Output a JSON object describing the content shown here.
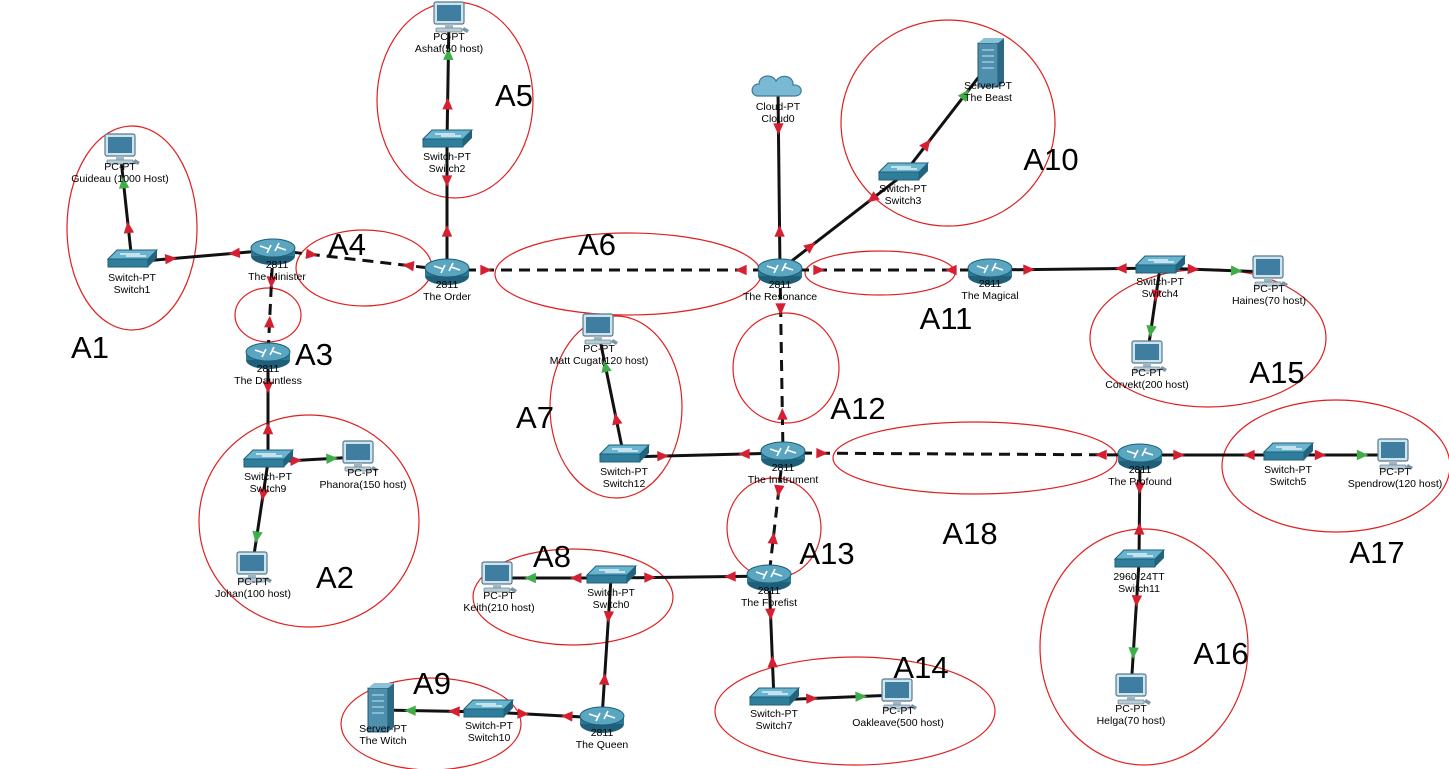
{
  "workspace": {
    "title": "",
    "colors": {
      "link": "#111111",
      "area_ring": "#e02020",
      "port_down": "#d42030",
      "port_up": "#3fae49"
    }
  },
  "devices": [
    {
      "id": "guideau",
      "icon": "pc-icon",
      "model": "PC-PT",
      "name": "Guideau (1000 Host)"
    },
    {
      "id": "switch1",
      "icon": "switch-icon",
      "model": "Switch-PT",
      "name": "Switch1"
    },
    {
      "id": "minister",
      "icon": "router-icon",
      "model": "2811",
      "name": "The Minister"
    },
    {
      "id": "dauntless",
      "icon": "router-icon",
      "model": "2811",
      "name": "The Dauntless"
    },
    {
      "id": "switch9",
      "icon": "switch-icon",
      "model": "Switch-PT",
      "name": "Switch9"
    },
    {
      "id": "phanora",
      "icon": "pc-icon",
      "model": "PC-PT",
      "name": "Phanora(150 host)"
    },
    {
      "id": "johan",
      "icon": "pc-icon",
      "model": "PC-PT",
      "name": "Johan(100 host)"
    },
    {
      "id": "ashaf",
      "icon": "pc-icon",
      "model": "PC-PT",
      "name": "Ashaf(50 host)"
    },
    {
      "id": "switch2",
      "icon": "switch-icon",
      "model": "Switch-PT",
      "name": "Switch2"
    },
    {
      "id": "order",
      "icon": "router-icon",
      "model": "2811",
      "name": "The Order"
    },
    {
      "id": "cloud0",
      "icon": "cloud-icon",
      "model": "Cloud-PT",
      "name": "Cloud0"
    },
    {
      "id": "beast",
      "icon": "server-icon",
      "model": "Server-PT",
      "name": "The Beast"
    },
    {
      "id": "switch3",
      "icon": "switch-icon",
      "model": "Switch-PT",
      "name": "Switch3"
    },
    {
      "id": "resonance",
      "icon": "router-icon",
      "model": "2811",
      "name": "The Resonance"
    },
    {
      "id": "magical",
      "icon": "router-icon",
      "model": "2811",
      "name": "The Magical"
    },
    {
      "id": "switch4",
      "icon": "switch-icon",
      "model": "Switch-PT",
      "name": "Switch4"
    },
    {
      "id": "haines",
      "icon": "pc-icon",
      "model": "PC-PT",
      "name": "Haines(70 host)"
    },
    {
      "id": "corvekt",
      "icon": "pc-icon",
      "model": "PC-PT",
      "name": "Corvekt(200 host)"
    },
    {
      "id": "mattcugat",
      "icon": "pc-icon",
      "model": "PC-PT",
      "name": "Matt Cugat(120 host)"
    },
    {
      "id": "switch12",
      "icon": "switch-icon",
      "model": "Switch-PT",
      "name": "Switch12"
    },
    {
      "id": "instrument",
      "icon": "router-icon",
      "model": "2811",
      "name": "The Instrument"
    },
    {
      "id": "profound",
      "icon": "router-icon",
      "model": "2811",
      "name": "The Profound"
    },
    {
      "id": "switch5",
      "icon": "switch-icon",
      "model": "Switch-PT",
      "name": "Switch5"
    },
    {
      "id": "spendrow",
      "icon": "pc-icon",
      "model": "PC-PT",
      "name": "Spendrow(120 host)"
    },
    {
      "id": "switch11",
      "icon": "switch-icon",
      "model": "2960-24TT",
      "name": "Switch11"
    },
    {
      "id": "helga",
      "icon": "pc-icon",
      "model": "PC-PT",
      "name": "Helga(70 host)"
    },
    {
      "id": "keith",
      "icon": "pc-icon",
      "model": "PC-PT",
      "name": "Keith(210 host)"
    },
    {
      "id": "switch0",
      "icon": "switch-icon",
      "model": "Switch-PT",
      "name": "Switch0"
    },
    {
      "id": "forefist",
      "icon": "router-icon",
      "model": "2811",
      "name": "The Forefist"
    },
    {
      "id": "queen",
      "icon": "router-icon",
      "model": "2811",
      "name": "The Queen"
    },
    {
      "id": "switch10",
      "icon": "switch-icon",
      "model": "Switch-PT",
      "name": "Switch10"
    },
    {
      "id": "witch",
      "icon": "server-icon",
      "model": "Server-PT",
      "name": "The Witch"
    },
    {
      "id": "switch7",
      "icon": "switch-icon",
      "model": "Switch-PT",
      "name": "Switch7"
    },
    {
      "id": "oakleave",
      "icon": "pc-icon",
      "model": "PC-PT",
      "name": "Oakleave(500 host)"
    }
  ],
  "links": [
    {
      "a": "guideau",
      "b": "switch1",
      "style": "solid"
    },
    {
      "a": "switch1",
      "b": "minister",
      "style": "solid"
    },
    {
      "a": "minister",
      "b": "order",
      "style": "dashed"
    },
    {
      "a": "minister",
      "b": "dauntless",
      "style": "dashed"
    },
    {
      "a": "dauntless",
      "b": "switch9",
      "style": "solid"
    },
    {
      "a": "switch9",
      "b": "phanora",
      "style": "solid"
    },
    {
      "a": "switch9",
      "b": "johan",
      "style": "solid"
    },
    {
      "a": "ashaf",
      "b": "switch2",
      "style": "solid"
    },
    {
      "a": "switch2",
      "b": "order",
      "style": "solid"
    },
    {
      "a": "order",
      "b": "resonance",
      "style": "dashed"
    },
    {
      "a": "cloud0",
      "b": "resonance",
      "style": "solid"
    },
    {
      "a": "resonance",
      "b": "switch3",
      "style": "solid"
    },
    {
      "a": "switch3",
      "b": "beast",
      "style": "solid"
    },
    {
      "a": "resonance",
      "b": "magical",
      "style": "dashed"
    },
    {
      "a": "magical",
      "b": "switch4",
      "style": "solid"
    },
    {
      "a": "switch4",
      "b": "haines",
      "style": "solid"
    },
    {
      "a": "switch4",
      "b": "corvekt",
      "style": "solid"
    },
    {
      "a": "resonance",
      "b": "instrument",
      "style": "dashed"
    },
    {
      "a": "mattcugat",
      "b": "switch12",
      "style": "solid"
    },
    {
      "a": "switch12",
      "b": "instrument",
      "style": "solid"
    },
    {
      "a": "instrument",
      "b": "profound",
      "style": "dashed"
    },
    {
      "a": "profound",
      "b": "switch5",
      "style": "solid"
    },
    {
      "a": "switch5",
      "b": "spendrow",
      "style": "solid"
    },
    {
      "a": "profound",
      "b": "switch11",
      "style": "solid"
    },
    {
      "a": "switch11",
      "b": "helga",
      "style": "solid"
    },
    {
      "a": "instrument",
      "b": "forefist",
      "style": "dashed"
    },
    {
      "a": "keith",
      "b": "switch0",
      "style": "solid"
    },
    {
      "a": "switch0",
      "b": "forefist",
      "style": "solid"
    },
    {
      "a": "switch0",
      "b": "queen",
      "style": "solid"
    },
    {
      "a": "queen",
      "b": "switch10",
      "style": "solid"
    },
    {
      "a": "switch10",
      "b": "witch",
      "style": "solid"
    },
    {
      "a": "forefist",
      "b": "switch7",
      "style": "solid"
    },
    {
      "a": "switch7",
      "b": "oakleave",
      "style": "solid"
    }
  ],
  "areas": [
    {
      "id": "a1",
      "label": "A1"
    },
    {
      "id": "a2",
      "label": "A2"
    },
    {
      "id": "a3",
      "label": "A3"
    },
    {
      "id": "a4",
      "label": "A4"
    },
    {
      "id": "a5",
      "label": "A5"
    },
    {
      "id": "a6",
      "label": "A6"
    },
    {
      "id": "a7",
      "label": "A7"
    },
    {
      "id": "a8",
      "label": "A8"
    },
    {
      "id": "a9",
      "label": "A9"
    },
    {
      "id": "a10",
      "label": "A10"
    },
    {
      "id": "a11",
      "label": "A11"
    },
    {
      "id": "a12",
      "label": "A12"
    },
    {
      "id": "a13",
      "label": "A13"
    },
    {
      "id": "a14",
      "label": "A14"
    },
    {
      "id": "a15",
      "label": "A15"
    },
    {
      "id": "a16",
      "label": "A16"
    },
    {
      "id": "a17",
      "label": "A17"
    },
    {
      "id": "a18",
      "label": "A18"
    }
  ]
}
